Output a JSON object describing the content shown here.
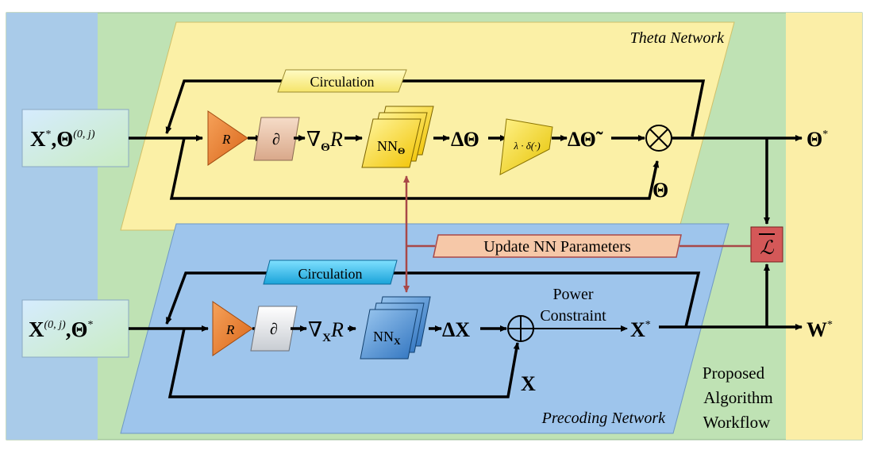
{
  "colors": {
    "outer_bg": "#bfe2b4",
    "left_strip": "#a9cbe9",
    "right_strip": "#fbeea7",
    "theta_plane": "#fbf0a6",
    "precoding_plane": "#9ec5ec",
    "line": "#000000",
    "update_line": "#a84848",
    "loss_box": "#d45858",
    "update_box": "#f6c8a8"
  },
  "theta_network": {
    "title": "Theta Network",
    "circulation": "Circulation",
    "input": {
      "main": "X",
      "sup1": "*",
      "sep": ",",
      "main2": "Θ",
      "sup2": "(0, j)"
    },
    "r_block": "R",
    "partial_block": "∂",
    "grad": {
      "nabla": "∇",
      "sub": "Θ",
      "var": "R"
    },
    "nn": {
      "main": "NN",
      "sub": "Θ"
    },
    "delta": "ΔΘ",
    "lambda_block": "λ · δ(·)",
    "delta_tilde": "ΔΘ̃",
    "feedback": "Θ",
    "output": {
      "main": "Θ",
      "sup": "*"
    }
  },
  "precoding_network": {
    "title": "Precoding Network",
    "circulation": "Circulation",
    "input": {
      "main": "X",
      "sup1": "(0, j)",
      "sep": ",",
      "main2": "Θ",
      "sup2": "*"
    },
    "r_block": "R",
    "partial_block": "∂",
    "grad": {
      "nabla": "∇",
      "sub": "X",
      "var": "R"
    },
    "nn": {
      "main": "NN",
      "sub": "X"
    },
    "delta": "ΔX",
    "power_line1": "Power",
    "power_line2": "Constraint",
    "xstar": {
      "main": "X",
      "sup": "*"
    },
    "feedback": "X",
    "output": {
      "main": "W",
      "sup": "*"
    }
  },
  "update_label": "Update NN Parameters",
  "loss_symbol": "ℒ",
  "workflow": [
    "Proposed",
    "Algorithm",
    "Workflow"
  ]
}
